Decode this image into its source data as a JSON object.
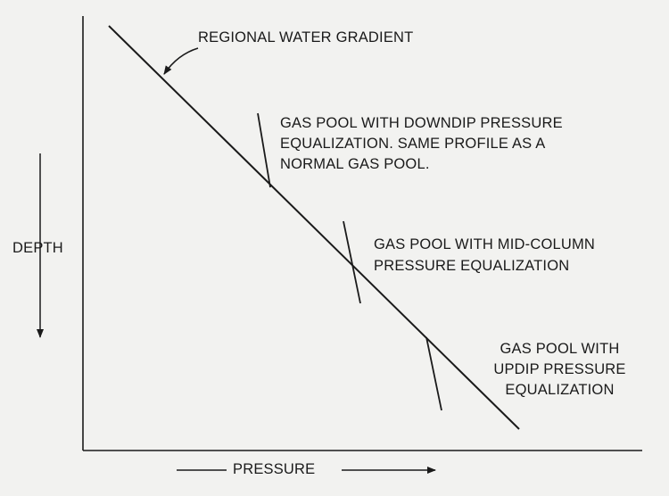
{
  "labels": {
    "regional": "REGIONAL WATER GRADIENT",
    "downdip": [
      "GAS POOL WITH DOWNDIP PRESSURE",
      "EQUALIZATION. SAME PROFILE AS A",
      "NORMAL GAS POOL."
    ],
    "midcolumn": [
      "GAS POOL WITH MID-COLUMN",
      "PRESSURE EQUALIZATION"
    ],
    "updip": [
      "GAS POOL WITH",
      "UPDIP PRESSURE",
      "EQUALIZATION"
    ],
    "y_axis": "DEPTH",
    "x_axis": "PRESSURE"
  },
  "colors": {
    "ink": "#1a1a1a",
    "background": "#f2f2f0"
  }
}
